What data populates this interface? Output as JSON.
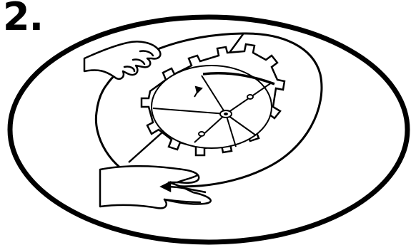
{
  "step": {
    "number": "2."
  },
  "colors": {
    "ink": "#000000",
    "paper": "#ffffff"
  },
  "illustration": {
    "icons": [
      "platter-ellipse",
      "hand-left-top",
      "hand-left-bottom",
      "ring-mount",
      "rotation-arrow",
      "center-hub"
    ]
  }
}
